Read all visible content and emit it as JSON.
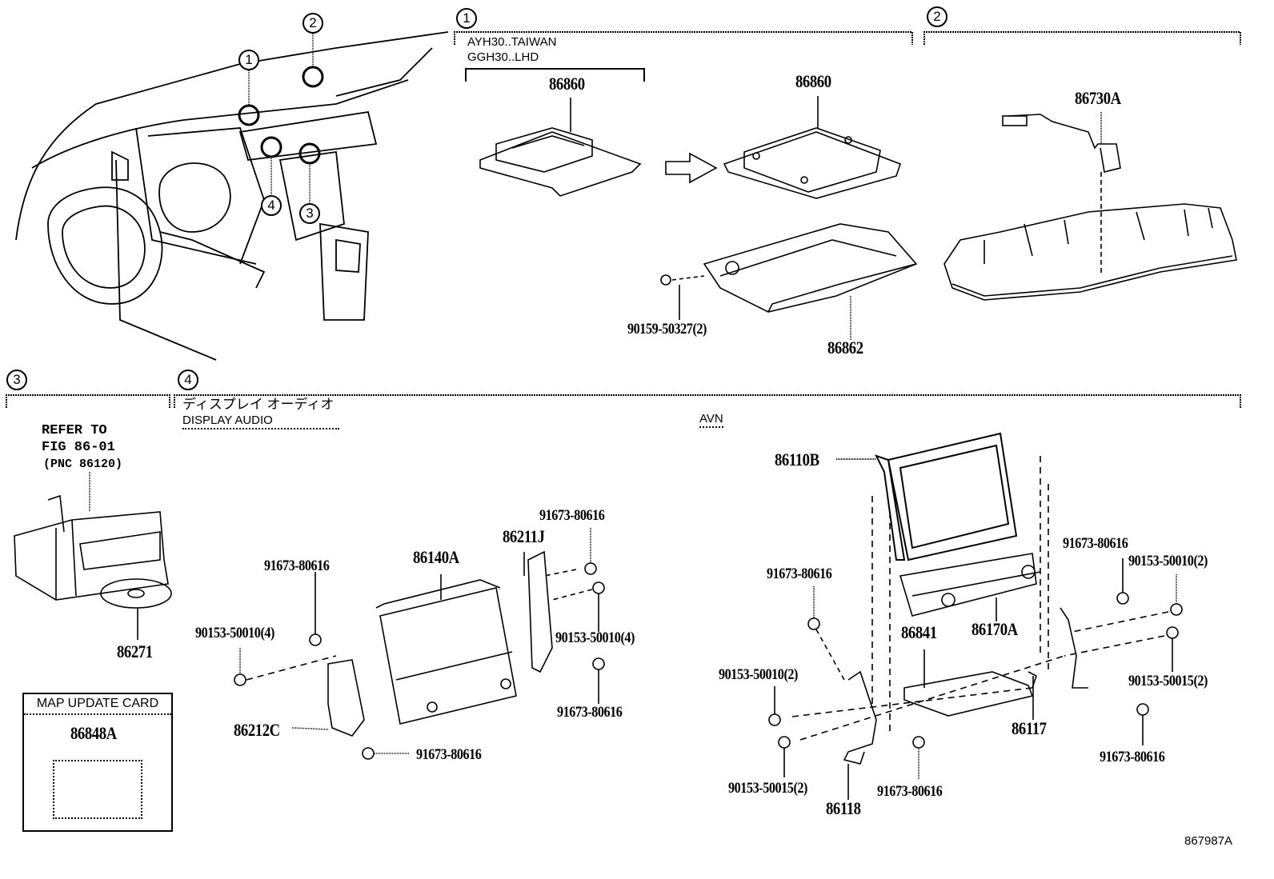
{
  "figure": {
    "figure_number": "867987A",
    "callouts": [
      "1",
      "2",
      "3",
      "4"
    ]
  },
  "section_1": {
    "callout": "1",
    "variant_note_line1": "AYH30..TAIWAN",
    "variant_note_line2": "GGH30..LHD",
    "parts": {
      "old_unit": "86860",
      "new_unit": "86860",
      "bracket": "86862",
      "screw": "90159-50327(2)"
    }
  },
  "section_2": {
    "callout": "2",
    "parts": {
      "antenna": "86730A"
    }
  },
  "section_3": {
    "callout": "3",
    "refer_line1": "REFER TO",
    "refer_line2": "FIG 86-01",
    "refer_line3": "(PNC 86120)",
    "parts": {
      "disc": "86271"
    },
    "map_update_card": {
      "title": "MAP UPDATE CARD",
      "part": "86848A"
    }
  },
  "section_4": {
    "callout": "4",
    "title_jp": "ディスプレイ オーディオ",
    "title_en": "DISPLAY AUDIO",
    "display_audio_parts": {
      "head_unit": "86140A",
      "bracket_right": "86211J",
      "bracket_left": "86212C",
      "bolt_top_left": "91673-80616",
      "screw_left": "90153-50010(4)",
      "bolt_top_right": "91673-80616",
      "screw_right": "90153-50010(4)",
      "bolt_right_lower": "91673-80616",
      "bolt_bottom": "91673-80616"
    },
    "avn_title": "AVN",
    "avn_parts": {
      "display": "86110B",
      "control_panel": "86170A",
      "module": "86841",
      "bracket_right": "86117",
      "bracket_left": "86118",
      "bolt_left_top": "91673-80616",
      "screw_left_upper": "90153-50010(2)",
      "screw_left_lower": "90153-50015(2)",
      "bolt_left_bottom": "91673-80616",
      "bolt_right_top": "91673-80616",
      "screw_right_upper": "90153-50010(2)",
      "screw_right_lower": "90153-50015(2)",
      "bolt_right_bottom": "91673-80616"
    }
  }
}
